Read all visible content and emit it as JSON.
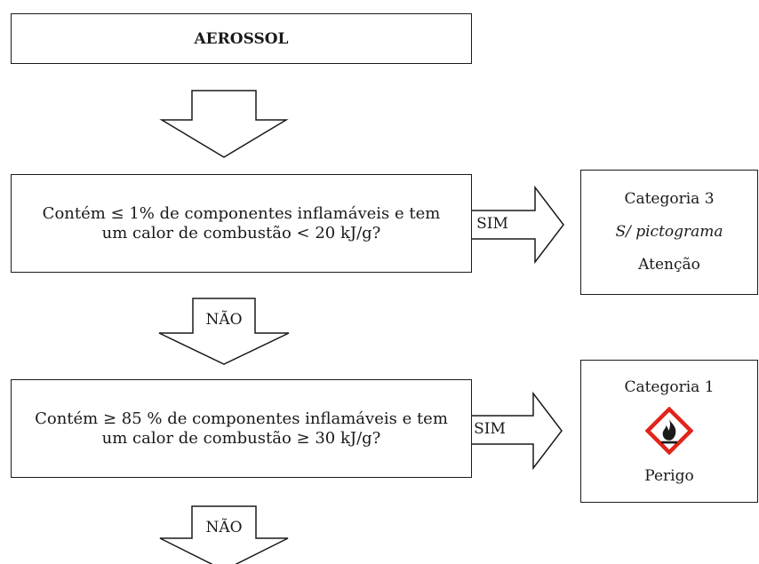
{
  "title": "AEROSSOL",
  "question_1": "Contém ≤ 1% de componentes inflamáveis e tem um calor de combustão < 20 kJ/g?",
  "question_2": "Contém ≥ 85 % de componentes inflamáveis e tem um calor de combustão ≥ 30 kJ/g?",
  "yes_label": "SIM",
  "no_label": "NÃO",
  "result_1": {
    "category": "Categoria 3",
    "pictogram": "S/ pictograma",
    "signal_word": "Atenção"
  },
  "result_2": {
    "category": "Categoria 1",
    "pictogram_icon": "ghs-flame-icon",
    "signal_word": "Perigo"
  },
  "colors": {
    "line": "#1a1a1a",
    "pictogram_border": "#e2231a"
  }
}
